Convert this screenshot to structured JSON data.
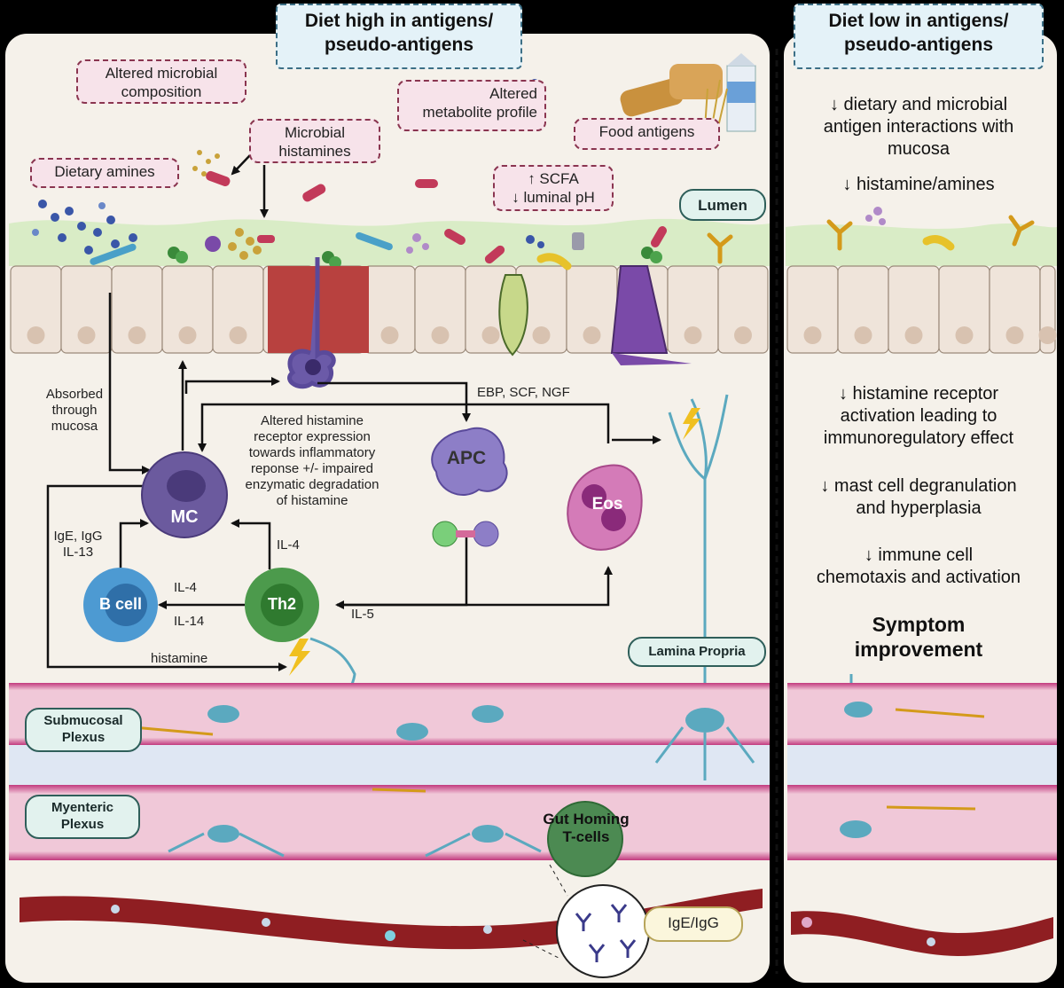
{
  "panels": {
    "left_title": "Diet high in antigens/\npseudo-antigens",
    "right_title": "Diet low in antigens/\npseudo-antigens"
  },
  "lumen_boxes": {
    "altered_microbial": "Altered microbial\ncomposition",
    "altered_metabolite": "Altered\nmetabolite profile",
    "microbial_histamines": "Microbial\nhistamines",
    "dietary_amines": "Dietary amines",
    "scfa": "↑ SCFA\n↓ luminal pH",
    "food_antigens": "Food antigens",
    "lumen": "Lumen"
  },
  "labels": {
    "absorbed": "Absorbed\nthrough\nmucosa",
    "ebp": "EBP, SCF, NGF",
    "altered_histamine": "Altered histamine\nreceptor expression\ntowards inflammatory\nreponse +/- impaired\nenzymatic degradation\nof histamine",
    "ige_igg": "IgE, IgG\nIL-13",
    "il4_top": "IL-4",
    "il4_bcell": "IL-4",
    "il14": "IL-14",
    "il5": "IL-5",
    "histamine": "histamine",
    "lamina_propria": "Lamina Propria",
    "submucosal": "Submucosal\nPlexus",
    "myenteric": "Myenteric\nPlexus",
    "gut_homing": "Gut Homing\nT-cells",
    "ige_igg_box": "IgE/IgG"
  },
  "cells": {
    "mc": "MC",
    "apc": "APC",
    "eos": "Eos",
    "bcell": "B cell",
    "th2": "Th2"
  },
  "right_panel": {
    "item1": "↓ dietary and microbial\nantigen interactions with\nmucosa",
    "item2": "↓ histamine/amines",
    "item3": "↓ histamine receptor\nactivation leading to\nimmunoregulatory effect",
    "item4": "↓ mast cell degranulation\nand hyperplasia",
    "item5": "↓ immune cell\nchemotaxis and activation",
    "item6": "Symptom\nimprovement"
  },
  "colors": {
    "background": "#f5f1ea",
    "mucus": "#d9ecc6",
    "epithelium": "#efe4da",
    "muscle_pink": "#f0c8d8",
    "vessel": "#8f1e22",
    "neuron": "#5ba9bf",
    "mast_cell": "#6b5a9e",
    "eosinophil": "#d47bb8",
    "b_cell": "#4d9ad2",
    "th2": "#4c9a4c"
  }
}
